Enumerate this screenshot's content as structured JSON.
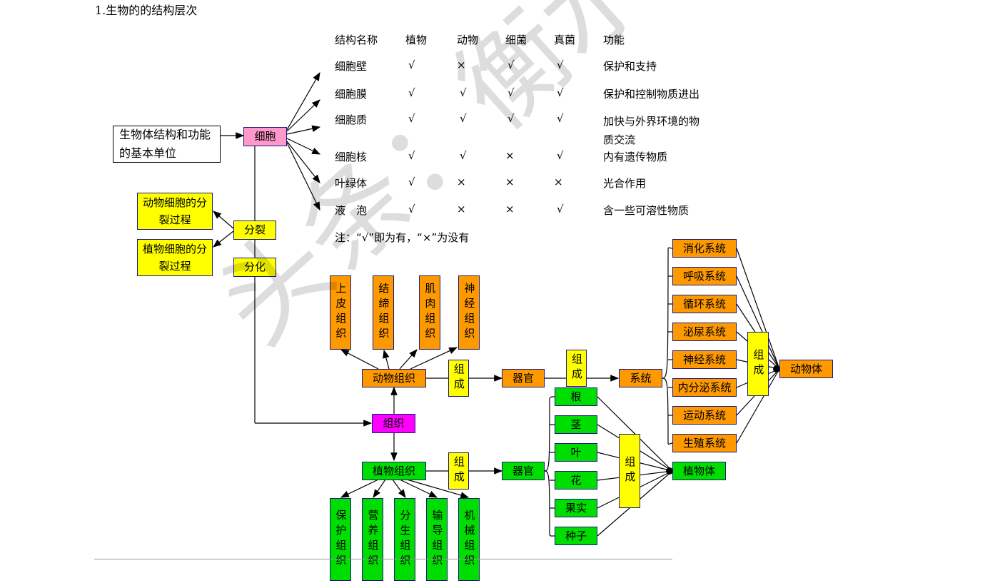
{
  "title": "1.生物的的结构层次",
  "table": {
    "headers": [
      "结构名称",
      "植物",
      "动物",
      "细菌",
      "真菌",
      "功能"
    ],
    "rows": [
      {
        "name": "细胞壁",
        "cells": [
          "√",
          "×",
          "√",
          "√"
        ],
        "func": "保护和支持"
      },
      {
        "name": "细胞膜",
        "cells": [
          "√",
          "√",
          "√",
          "√"
        ],
        "func": "保护和控制物质进出"
      },
      {
        "name": "细胞质",
        "cells": [
          "√",
          "√",
          "√",
          "√"
        ],
        "func": "加快与外界环境的物\n质交流"
      },
      {
        "name": "细胞核",
        "cells": [
          "√",
          "√",
          "×",
          "√"
        ],
        "func": "内有遗传物质"
      },
      {
        "name": "叶绿体",
        "cells": [
          "√",
          "×",
          "×",
          "×"
        ],
        "func": "光合作用"
      },
      {
        "name": "液　泡",
        "cells": [
          "√",
          "×",
          "×",
          "√"
        ],
        "func": "含一些可溶性物质"
      }
    ],
    "note": "注：“√”即为有，“×”为没有"
  },
  "boxes": {
    "unit": "生物体结构和功能的基本单位",
    "cell": "细胞",
    "animal_division": "动物细胞的分裂过程",
    "plant_division": "植物细胞的分裂过程",
    "division": "分裂",
    "differentiation": "分化",
    "tissue": "组织",
    "animal_tissue": "动物组织",
    "plant_tissue": "植物组织",
    "compose": "组成",
    "organ": "器官",
    "system": "系统",
    "animal_body": "动物体",
    "plant_body": "植物体",
    "animal_tissues": [
      "上皮组织",
      "结缔组织",
      "肌肉组织",
      "神经组织"
    ],
    "plant_tissues": [
      "保护组织",
      "营养组织",
      "分生组织",
      "输导组织",
      "机械组织"
    ],
    "systems": [
      "消化系统",
      "呼吸系统",
      "循环系统",
      "泌尿系统",
      "神经系统",
      "内分泌系统",
      "运动系统",
      "生殖系统"
    ],
    "plant_organs": [
      "根",
      "茎",
      "叶",
      "花",
      "果实",
      "种子"
    ]
  },
  "watermark": "头条：衡水刘老师"
}
